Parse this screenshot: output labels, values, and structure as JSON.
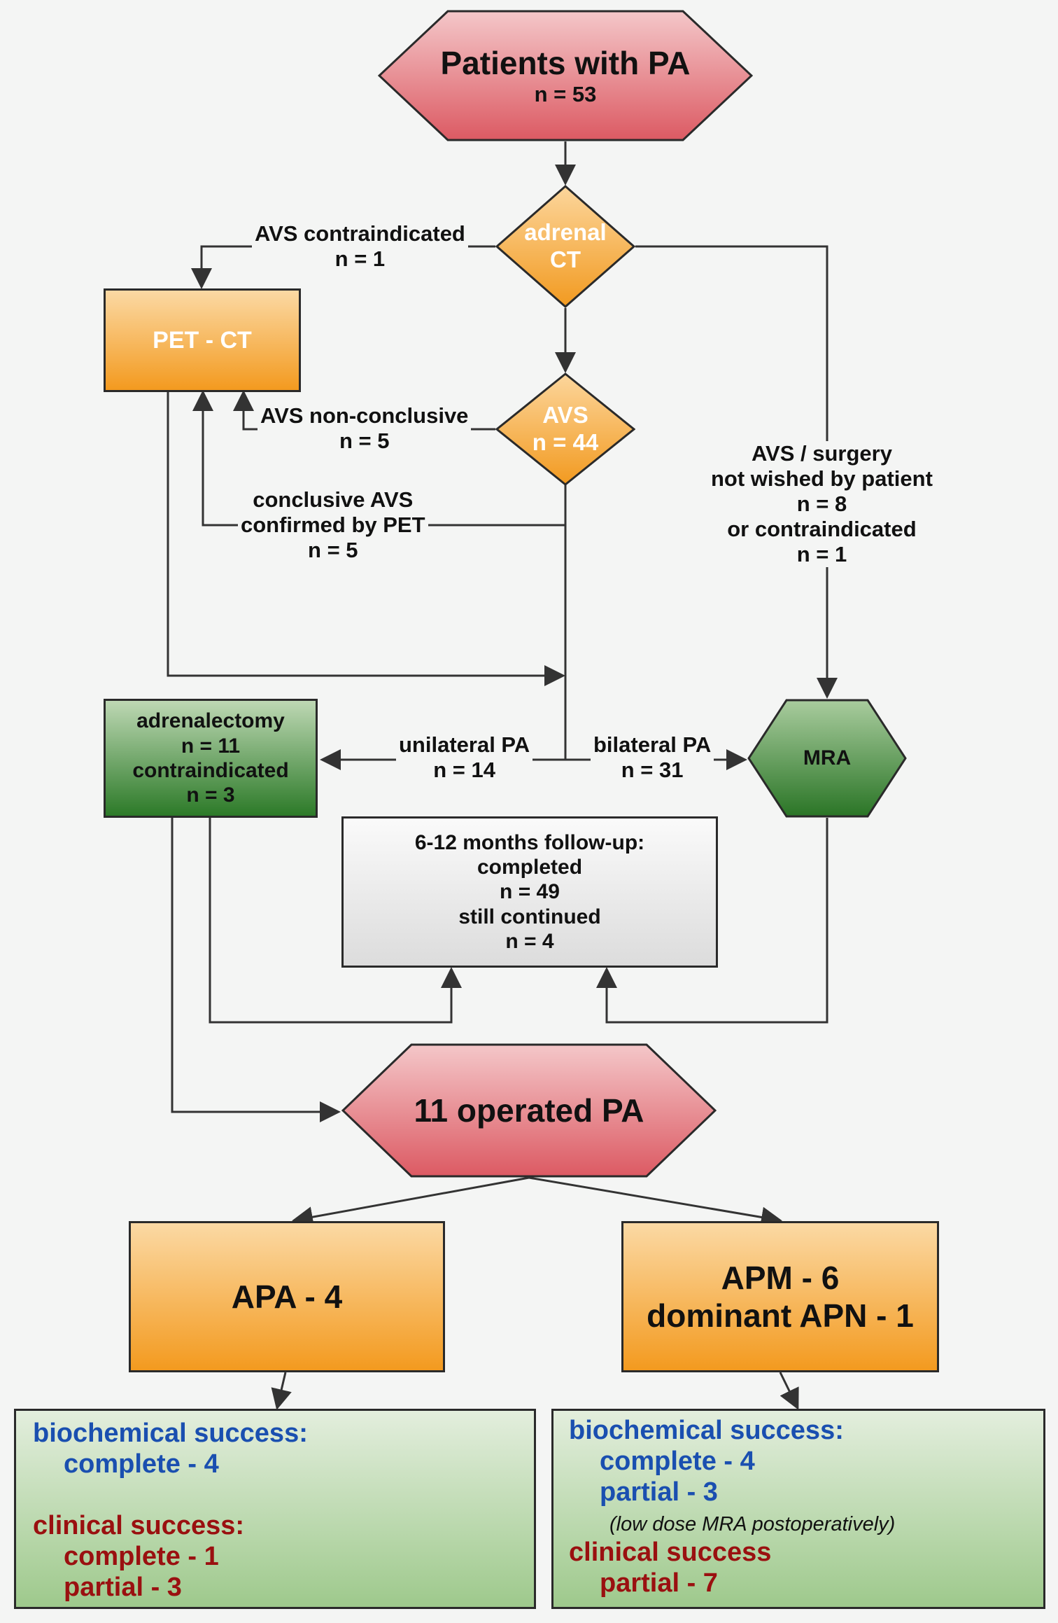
{
  "start": {
    "title": "Patients with PA",
    "n": "n = 53"
  },
  "adrenal_ct": {
    "line1": "adrenal",
    "line2": "CT"
  },
  "avs": {
    "line1": "AVS",
    "line2": "n = 44"
  },
  "pet_ct": {
    "label": "PET - CT"
  },
  "mra": {
    "label": "MRA"
  },
  "adrenalectomy": {
    "line1": "adrenalectomy",
    "line2": "n = 11",
    "line3": "contraindicated",
    "line4": "n = 3"
  },
  "followup": {
    "line1": "6-12 months follow-up:",
    "line2": "completed",
    "line3": "n = 49",
    "line4": "still continued",
    "line5": "n = 4"
  },
  "operated": {
    "label": "11 operated PA"
  },
  "apa": {
    "label": "APA - 4"
  },
  "apm": {
    "line1": "APM - 6",
    "line2": "dominant APN - 1"
  },
  "edges": {
    "avs_contra": {
      "line1": "AVS contraindicated",
      "line2": "n = 1"
    },
    "avs_nonconclusive": {
      "line1": "AVS non-conclusive",
      "line2": "n = 5"
    },
    "conclusive_pet": {
      "line1": "conclusive AVS",
      "line2": "confirmed by PET",
      "line3": "n = 5"
    },
    "not_wished": {
      "line1": "AVS / surgery",
      "line2": "not wished by patient",
      "line3": "n = 8",
      "line4": "or contraindicated",
      "line5": "n = 1"
    },
    "unilateral": {
      "line1": "unilateral PA",
      "line2": "n = 14"
    },
    "bilateral": {
      "line1": "bilateral PA",
      "line2": "n = 31"
    }
  },
  "result_left": {
    "bio_title": "biochemical success:",
    "bio_complete": "complete - 4",
    "clin_title": "clinical success:",
    "clin_complete": "complete - 1",
    "clin_partial": "partial - 3"
  },
  "result_right": {
    "bio_title": "biochemical success:",
    "bio_complete": "complete - 4",
    "bio_partial": "partial - 3",
    "note": "(low dose MRA postoperatively)",
    "clin_title": "clinical success",
    "clin_partial": "partial - 7"
  },
  "colors": {
    "start_fill": "#e26a72",
    "decision_fill": "#f5a428",
    "box_fill": "#f39a1f",
    "green_fill": "#2c7a28",
    "blue_text": "#1a4fb0",
    "red_text": "#9a1010"
  }
}
